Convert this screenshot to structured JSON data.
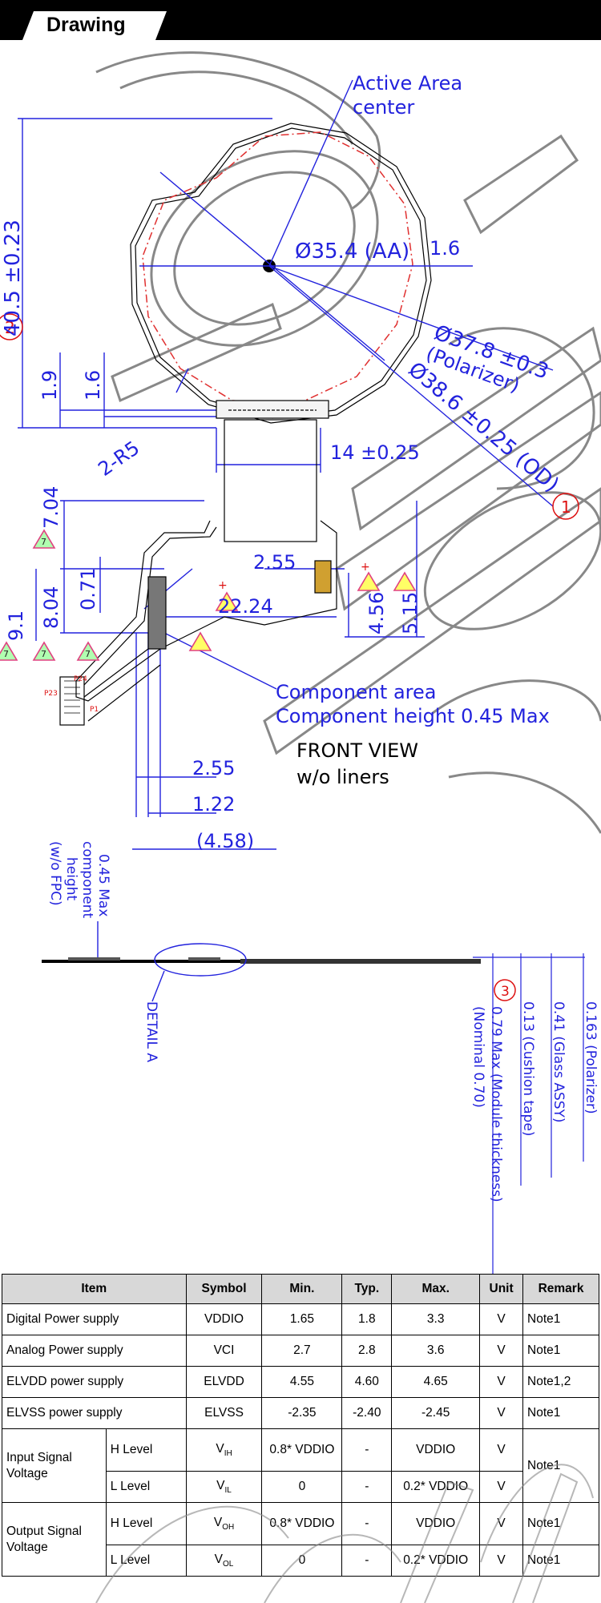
{
  "header": {
    "title": "Drawing"
  },
  "drawing": {
    "labels": {
      "active_area_1": "Active Area",
      "active_area_2": "center",
      "aa_dia": "Ø35.4 (AA)",
      "dim_1_6_a": "1.6",
      "pol_1": "Ø37.8 ±0.3",
      "pol_2": "(Polarizer)",
      "od": "Ø38.6 ±0.25 (OD)",
      "height": "40.5 ±0.23",
      "dim_1_9": "1.9",
      "dim_1_6_b": "1.6",
      "r5": "2-R5",
      "fpc_width": "14 ±0.25",
      "d704": "7.04",
      "d804": "8.04",
      "d91": "9.1",
      "d071": "0.71",
      "d255a": "2.55",
      "d2224": "22.24",
      "d456": "4.56",
      "d515": "5.15",
      "comp1": "Component area",
      "comp2": "Component height 0.45 Max",
      "front1": "FRONT VIEW",
      "front2": "w/o liners",
      "d255b": "2.55",
      "d122": "1.22",
      "d458": "(4.58)",
      "circle1": "1",
      "circle2": "2",
      "circle3": "3",
      "tri": "7",
      "p24": "P24",
      "p23": "P23",
      "p1": "P1",
      "side1": "0.45 Max",
      "side2": "component",
      "side3": "height",
      "side4": "(w/o FPC)",
      "detail": "DETAIL A",
      "v079": "0.79 Max (Module thickness)",
      "v070": "(Nominal 0.70)",
      "v013": "0.13 (Cushion tape)",
      "v041": "0.41 (Glass ASSY)",
      "v0163": "0.163 (Polarizer)"
    }
  },
  "table": {
    "headers": {
      "item": "Item",
      "symbol": "Symbol",
      "min": "Min.",
      "typ": "Typ.",
      "max": "Max.",
      "unit": "Unit",
      "remark": "Remark"
    },
    "rows": [
      {
        "item": "Digital Power supply",
        "symbol": "VDDIO",
        "min": "1.65",
        "typ": "1.8",
        "max": "3.3",
        "unit": "V",
        "remark": "Note1"
      },
      {
        "item": "Analog Power supply",
        "symbol": "VCI",
        "min": "2.7",
        "typ": "2.8",
        "max": "3.6",
        "unit": "V",
        "remark": "Note1"
      },
      {
        "item": "ELVDD power supply",
        "symbol": "ELVDD",
        "min": "4.55",
        "typ": "4.60",
        "max": "4.65",
        "unit": "V",
        "remark": "Note1,2"
      },
      {
        "item": "ELVSS power supply",
        "symbol": "ELVSS",
        "min": "-2.35",
        "typ": "-2.40",
        "max": "-2.45",
        "unit": "V",
        "remark": "Note1"
      }
    ],
    "input": {
      "item": "Input Signal Voltage",
      "h": {
        "level": "H Level",
        "symbol": "V",
        "sub": "IH",
        "min": "0.8* VDDIO",
        "typ": "-",
        "max": "VDDIO",
        "unit": "V"
      },
      "l": {
        "level": "L Level",
        "symbol": "V",
        "sub": "IL",
        "min": "0",
        "typ": "-",
        "max": "0.2* VDDIO",
        "unit": "V"
      },
      "remark": "Note1"
    },
    "output": {
      "item": "Output Signal Voltage",
      "h": {
        "level": "H Level",
        "symbol": "V",
        "sub": "OH",
        "min": "0.8* VDDIO",
        "typ": "-",
        "max": "VDDIO",
        "unit": "V",
        "remark": "Note1"
      },
      "l": {
        "level": "L Level",
        "symbol": "V",
        "sub": "OL",
        "min": "0",
        "typ": "-",
        "max": "0.2* VDDIO",
        "unit": "V",
        "remark": "Note1"
      }
    }
  }
}
